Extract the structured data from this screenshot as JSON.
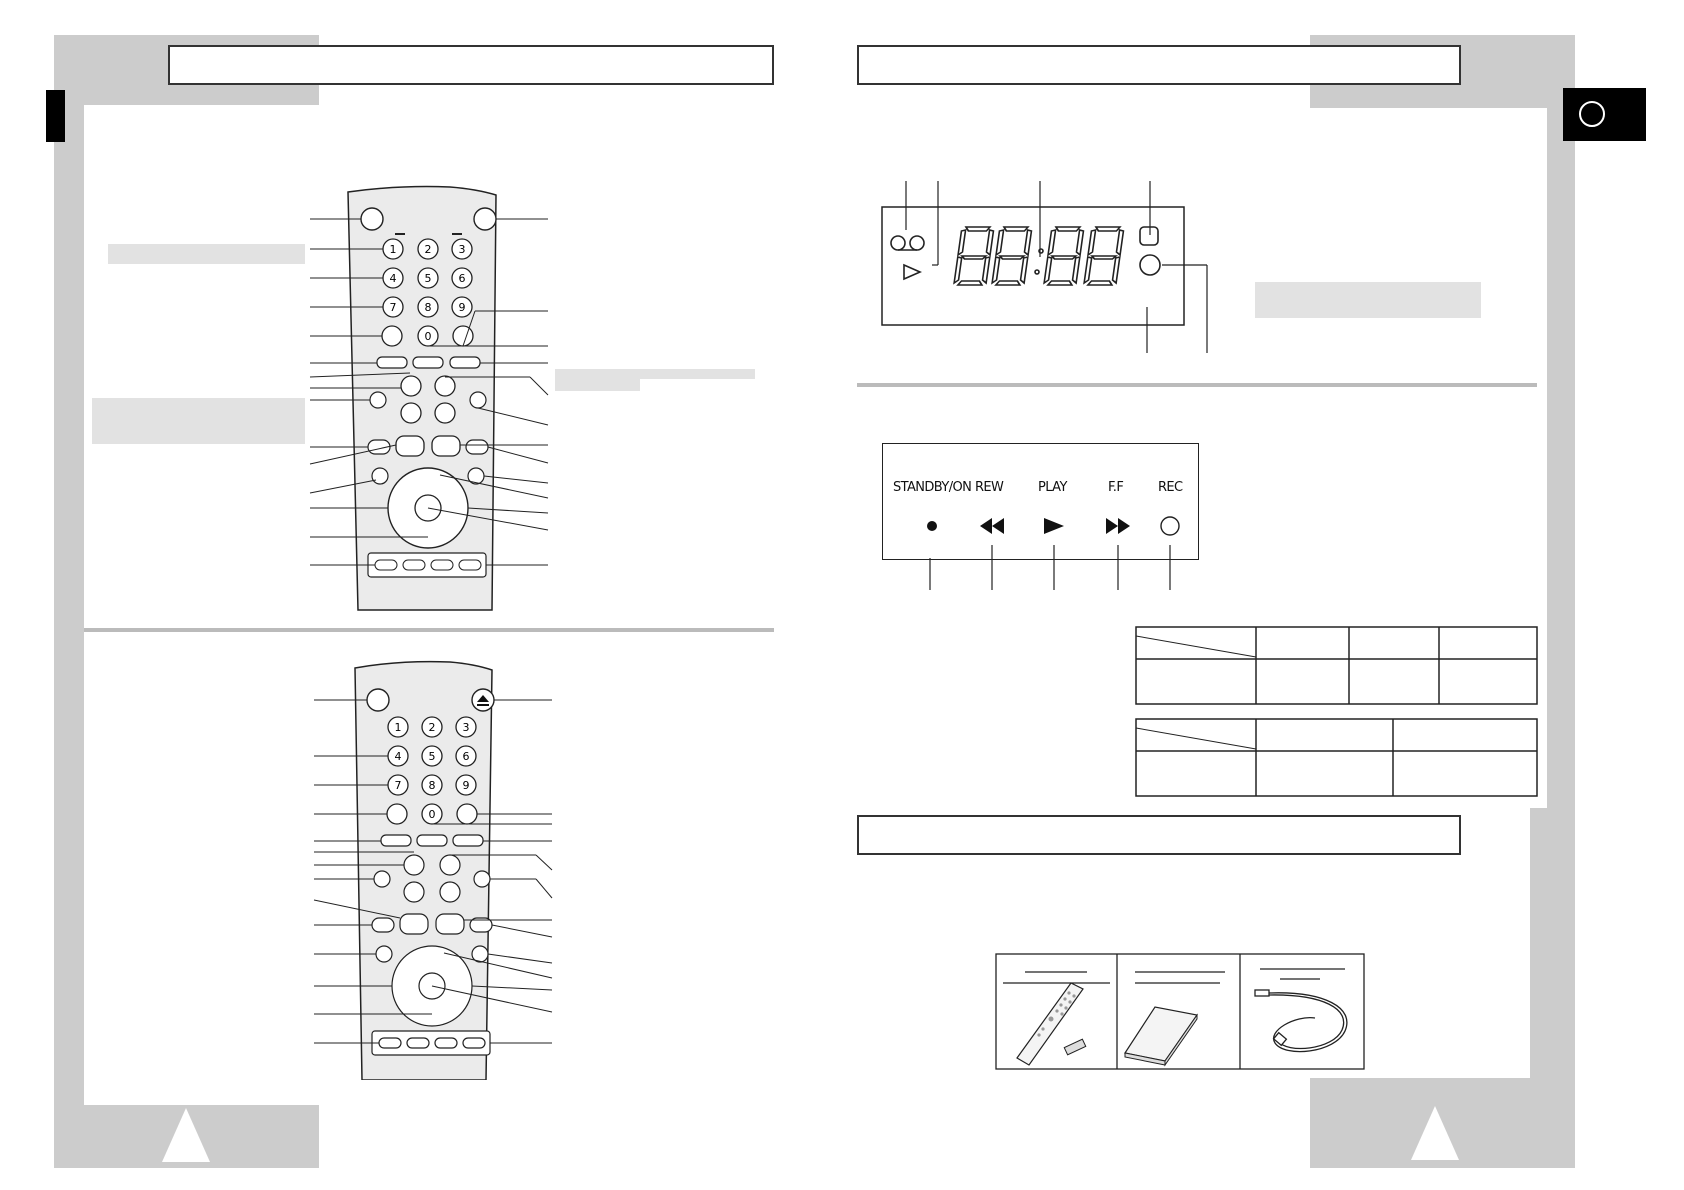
{
  "front_panel": {
    "labels": [
      "STANDBY/ON",
      "REW",
      "PLAY",
      "F.F",
      "REC"
    ]
  },
  "display": {
    "digits": "88:88"
  },
  "remote_top": {
    "keypad": [
      "1",
      "2",
      "3",
      "4",
      "5",
      "6",
      "7",
      "8",
      "9",
      "0"
    ]
  },
  "remote_bottom": {
    "keypad": [
      "1",
      "2",
      "3",
      "4",
      "5",
      "6",
      "7",
      "8",
      "9",
      "0"
    ]
  },
  "icons": [
    "cassette-icon",
    "play-triangle-icon",
    "standby-dot-icon",
    "rewind-icon",
    "play-icon",
    "fast-forward-icon",
    "rec-circle-icon",
    "eject-icon",
    "stop-icon",
    "play-pause-icon",
    "remote-control-icon",
    "manual-book-icon",
    "rf-cable-icon",
    "page-up-triangle-icon"
  ]
}
